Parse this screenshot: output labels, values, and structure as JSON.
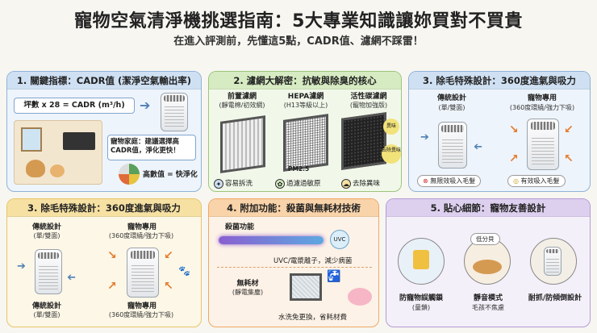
{
  "title": "寵物空氣清淨機挑選指南：5大專業知識讓妳買對不買貴",
  "subtitle": "在進入評測前，先懂這5點，CADR值、濾網不踩雷！",
  "p1": {
    "head": "1. 關鍵指標：CADR值 (潔淨空氣輸出率)",
    "formula": "坪數 x 28 = CADR (m³/h)",
    "note": "寵物家庭：建議選擇高CADR值，淨化更快！",
    "gauge": "高數值 = 快淨化"
  },
  "p2": {
    "head": "2. 濾網大解密：抗敏與除臭的核心",
    "f1": "前置濾網",
    "f1s": "(靜電棉/初效網)",
    "f2": "HEPA濾網",
    "f2s": "(H13等級以上)",
    "f3": "活性碳濾網",
    "f3s": "(寵物加強版)",
    "pm": "PM2.5",
    "b1": "容易拆洗",
    "b2": "過濾過敏原",
    "b3": "去除異味",
    "odor1": "異味",
    "odor2": "去除異味"
  },
  "p3": {
    "head": "3. 除毛特殊設計：360度進氣與吸力",
    "l1": "傳統設計",
    "l1s": "(單/雙面)",
    "l2": "寵物專用",
    "l2s": "(360度環繞/強力下吸)",
    "t1": "無限效吸入毛髮",
    "t2": "有效吸入毛髮"
  },
  "p4": {
    "head": "3. 除毛特殊設計：360度進氣與吸力",
    "l1": "傳統設計",
    "l1s": "(單/雙面)",
    "l2": "寵物專用",
    "l2s": "(360度環繞/強力下吸)",
    "l3": "傳統設計",
    "l3s": "(單/雙面)",
    "l4": "寵物專用",
    "l4s": "(360度環繞/強力下吸)"
  },
  "p5": {
    "head": "4. 附加功能：殺菌與無耗材技術",
    "uv": "殺菌功能",
    "uvlabel": "UVC",
    "uvdesc": "UVC/電漿離子，減少病菌",
    "nf": "無耗材",
    "nfs": "(靜電集塵)",
    "nfdesc": "水洗免更換，省耗材費"
  },
  "p6": {
    "head": "5. 貼心細節：寵物友善設計",
    "c1": "防寵物誤觸鎖",
    "c1s": "(童鎖)",
    "c2": "靜音模式",
    "c2s": "毛孩不焦慮",
    "c2tag": "低分貝",
    "c3": "耐抓/防傾倒設計"
  },
  "colors": {
    "blue": "#8fb3d9",
    "green": "#9cc67a",
    "yellow": "#e8c46a",
    "orange": "#f0a866",
    "purple": "#b49ad6"
  }
}
